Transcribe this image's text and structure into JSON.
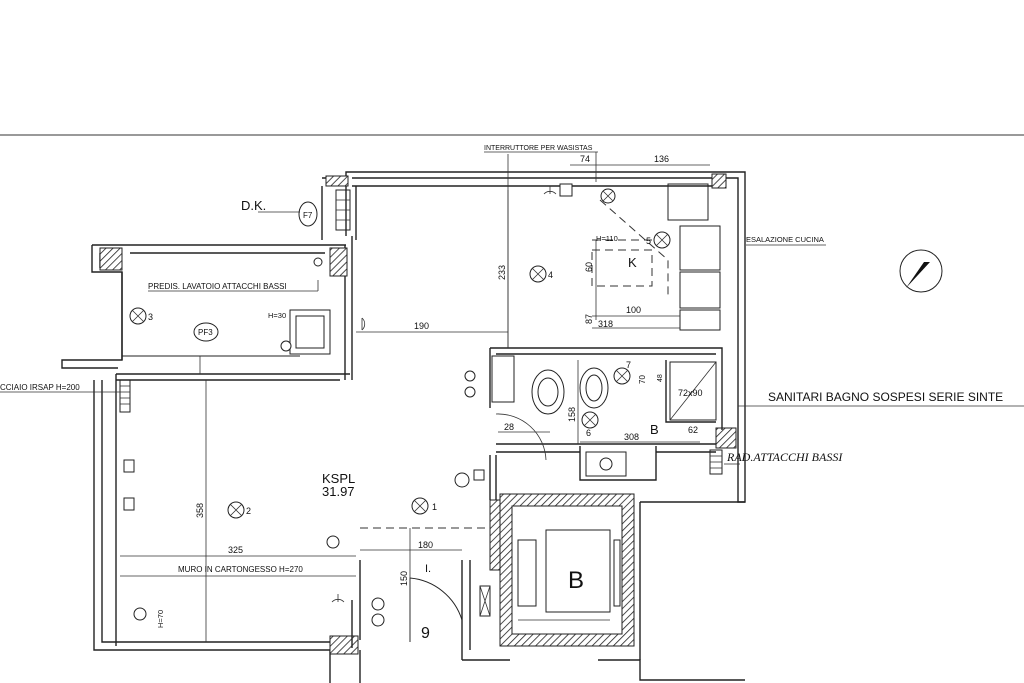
{
  "labels": {
    "interruttore": "INTERRUTTORE PER WASISTAS",
    "esalazione": "ESALAZIONE CUCINA",
    "sanitari": "SANITARI BAGNO SOSPESI SERIE SINTE",
    "radiatore_bassi": "RAD.ATTACCHI BASSI",
    "dk": "D.K.",
    "predis": "PREDIS. LAVATOIO ATTACCHI BASSI",
    "irsap": "CCIAIO IRSAP H=200",
    "muro": "MURO IN CARTONGESSO H=270",
    "ksp": "KSPL",
    "ksp_area": "31.97",
    "bath_b": "B",
    "elevator_b": "B",
    "door_num": "9",
    "k": "K",
    "pf3": "PF3",
    "f7": "F7",
    "h110": "H=110",
    "h30": "H=30",
    "h70": "H=70",
    "shower": "72x90",
    "l_mark": "I."
  },
  "dimensions": {
    "d74": "74",
    "d136": "136",
    "d233": "233",
    "d60": "60",
    "d87": "87",
    "d100": "100",
    "d318": "318",
    "d190": "190",
    "d158": "158",
    "d28": "28",
    "d308": "308",
    "d62": "62",
    "d358": "358",
    "d325": "325",
    "d180": "180",
    "d150": "150",
    "d70": "70",
    "d48": "48"
  },
  "light_numbers": {
    "n1": "1",
    "n2": "2",
    "n3": "3",
    "n4": "4",
    "n5": "5",
    "n6": "6",
    "n7": "7"
  }
}
